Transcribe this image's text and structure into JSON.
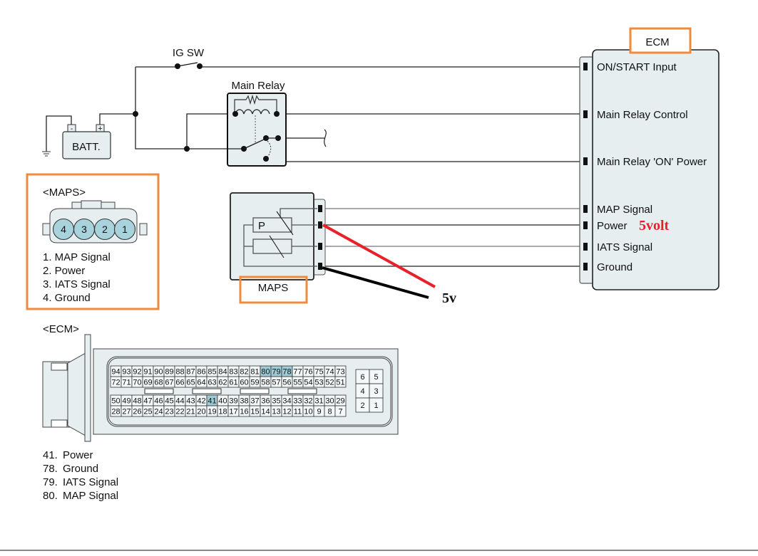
{
  "diagram": {
    "title_labels": {
      "ig_switch": "IG SW",
      "main_relay": "Main Relay",
      "battery": "BATT.",
      "battery_neg": "-",
      "battery_pos": "+",
      "ecm_title": "ECM",
      "maps_component": "MAPS",
      "maps_sensor_symbol": "P"
    },
    "ecm_pins": [
      "ON/START Input",
      "Main Relay Control",
      "Main Relay 'ON' Power",
      "MAP Signal",
      "Power",
      "IATS Signal",
      "Ground"
    ],
    "annotations": {
      "power_note": "5volt",
      "wire_note": "5v",
      "power_note_color": "#e8202a",
      "red_wire_color": "#e8202a",
      "black_wire_color": "#000000",
      "highlight_box_color": "#f08a3c"
    },
    "maps_connector": {
      "title": "<MAPS>",
      "pins": [
        "4",
        "3",
        "2",
        "1"
      ],
      "legend": [
        "1. MAP Signal",
        "2. Power",
        "3. IATS Signal",
        "4. Ground"
      ]
    },
    "ecm_connector": {
      "title": "<ECM>",
      "rows": [
        [
          "94",
          "93",
          "92",
          "91",
          "90",
          "89",
          "88",
          "87",
          "86",
          "85",
          "84",
          "83",
          "82",
          "81",
          "80",
          "79",
          "78",
          "77",
          "76",
          "75",
          "74",
          "73"
        ],
        [
          "72",
          "71",
          "70",
          "69",
          "68",
          "67",
          "66",
          "65",
          "64",
          "63",
          "62",
          "61",
          "60",
          "59",
          "58",
          "57",
          "56",
          "55",
          "54",
          "53",
          "52",
          "51"
        ],
        [
          "50",
          "49",
          "48",
          "47",
          "46",
          "45",
          "44",
          "43",
          "42",
          "41",
          "40",
          "39",
          "38",
          "37",
          "36",
          "35",
          "34",
          "33",
          "32",
          "31",
          "30",
          "29"
        ],
        [
          "28",
          "27",
          "26",
          "25",
          "24",
          "23",
          "22",
          "21",
          "20",
          "19",
          "18",
          "17",
          "16",
          "15",
          "14",
          "13",
          "12",
          "11",
          "10",
          "9",
          "8",
          "7"
        ]
      ],
      "aux_pins": [
        [
          "6",
          "5"
        ],
        [
          "4",
          "3"
        ],
        [
          "2",
          "1"
        ]
      ],
      "highlighted": [
        "80",
        "79",
        "78",
        "41"
      ],
      "legend": [
        {
          "num": "41.",
          "label": "Power"
        },
        {
          "num": "78.",
          "label": "Ground"
        },
        {
          "num": "79.",
          "label": "IATS Signal"
        },
        {
          "num": "80.",
          "label": "MAP Signal"
        }
      ]
    }
  }
}
